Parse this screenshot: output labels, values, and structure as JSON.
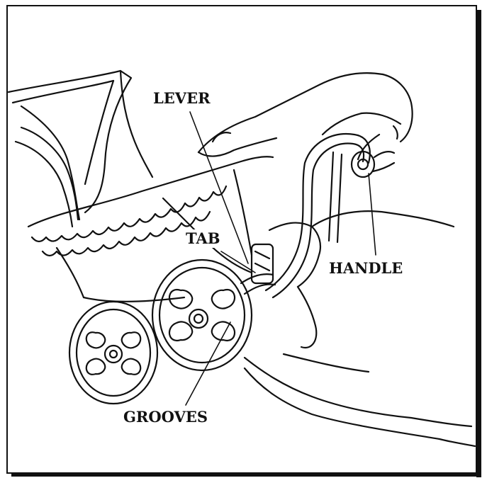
{
  "labels": {
    "lever": "LEVER",
    "tab": "TAB",
    "handle": "HANDLE",
    "grooves": "GROOVES"
  }
}
